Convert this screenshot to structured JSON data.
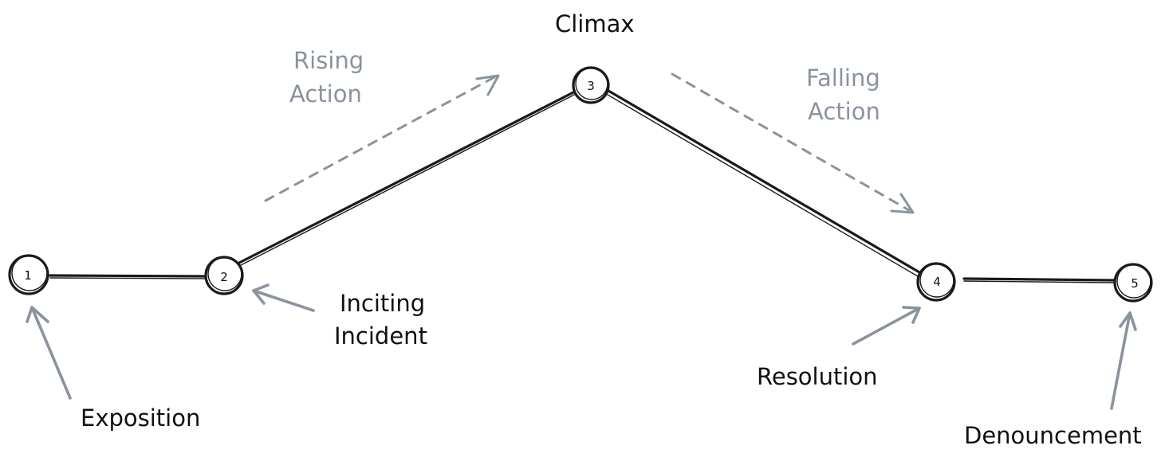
{
  "nodes": [
    {
      "id": "1",
      "label": "1"
    },
    {
      "id": "2",
      "label": "2"
    },
    {
      "id": "3",
      "label": "3"
    },
    {
      "id": "4",
      "label": "4"
    },
    {
      "id": "5",
      "label": "5"
    }
  ],
  "edges": [
    {
      "from": "1",
      "to": "2"
    },
    {
      "from": "2",
      "to": "3"
    },
    {
      "from": "3",
      "to": "4"
    },
    {
      "from": "4",
      "to": "5"
    }
  ],
  "labels": {
    "climax": "Climax",
    "rising_action": [
      "Rising",
      "Action"
    ],
    "falling_action": [
      "Falling",
      "Action"
    ],
    "exposition": "Exposition",
    "inciting_incident": [
      "Inciting",
      "Incident"
    ],
    "resolution": "Resolution",
    "denouncement": "Denouncement"
  },
  "colors": {
    "ink": "#1a1a1a",
    "annotation_grey": "#8a939e",
    "background": "#ffffff"
  }
}
